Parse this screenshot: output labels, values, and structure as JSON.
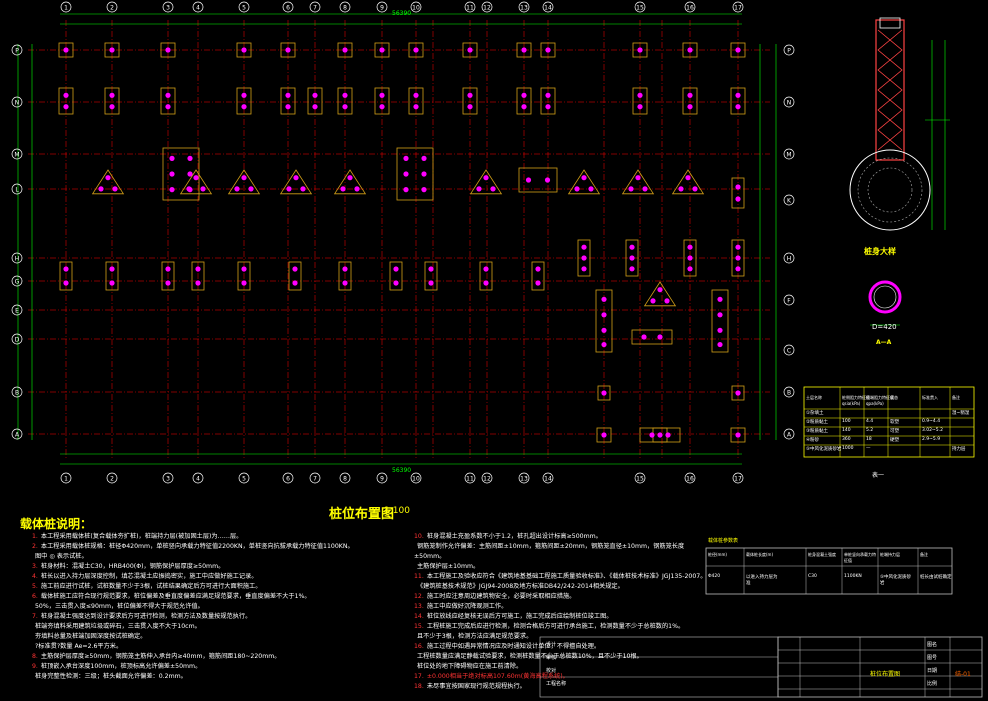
{
  "drawing": {
    "title": "桩位布置图",
    "scale": "1:100",
    "notes_title": "载体桩说明：",
    "section_title_1": "桩身大样",
    "section_title_2": "A—A",
    "table_title": "表一",
    "pile_diameter": "D=420",
    "total_dimension": "56390"
  },
  "grid_top": [
    "1",
    "2",
    "3",
    "4",
    "5",
    "6",
    "7",
    "8",
    "9",
    "10",
    "11",
    "12",
    "13",
    "14",
    "15",
    "16",
    "17"
  ],
  "grid_bottom": [
    "1",
    "2",
    "3",
    "4",
    "5",
    "6",
    "7",
    "8",
    "9",
    "10",
    "11",
    "12",
    "13",
    "14",
    "15",
    "16",
    "17"
  ],
  "grid_left": [
    "P",
    "N",
    "M",
    "L",
    "H",
    "G",
    "E",
    "D",
    "B",
    "A"
  ],
  "grid_right": [
    "P",
    "N",
    "M",
    "K",
    "H",
    "F",
    "C",
    "B",
    "A"
  ],
  "notes": [
    {
      "num": "1.",
      "text": "本工程采用载体桩(复合载体夯扩桩)，桩端持力层(被加固土层)为……层。"
    },
    {
      "num": "2.",
      "text": "本工程采用载体桩规格：桩径Φ420mm，单桩竖向承载力特征值2200KN，单桩竖向抗拔承载力特征值1100KN。"
    },
    {
      "num": "",
      "text": "图中 ◎ 表示试桩。"
    },
    {
      "num": "3.",
      "text": "桩身材料：混凝土C30，HRB400(Φ)，钢筋保护层厚度≥50mm。"
    },
    {
      "num": "4.",
      "text": "桩长以进入持力层深度控制，填芯混凝土应振捣密实，施工中应做好施工记录。"
    },
    {
      "num": "5.",
      "text": "施工前应进行试桩，试桩数量不少于3根，试桩结果确定后方可进行大面积施工。"
    },
    {
      "num": "6.",
      "text": "载体桩施工应符合现行规范要求，桩位偏差及垂直度偏差应满足规范要求，垂直度偏差不大于1%。"
    },
    {
      "num": "",
      "text": "50%，三击贯入度≤90mm，桩位偏差不得大于规范允许值。"
    },
    {
      "num": "7.",
      "text": "桩身混凝土强度达到设计要求后方可进行检测，检测方法及数量按规范执行。"
    },
    {
      "num": "",
      "text": "桩端夯填料采用建筑垃圾或碎石，三击贯入度不大于10cm。"
    },
    {
      "num": "",
      "text": "夯填料总量及桩端加固深度按试桩确定。"
    },
    {
      "num": "",
      "text": "?标准贯?数量 Ae=2.6平方米。"
    },
    {
      "num": "8.",
      "text": "主筋保护层厚度≥50mm，钢筋笼主筋伸入承台内≥40mm，箍筋间距180~220mm。"
    },
    {
      "num": "9.",
      "text": "桩顶嵌入承台深度100mm，桩顶标高允许偏差±50mm。"
    },
    {
      "num": "",
      "text": "桩身完整性检测：三级；桩头截面允许偏差：0.2mm。"
    },
    {
      "num": "10.",
      "text": "桩身混凝土充盈系数不小于1.2，桩孔超出设计标高≥500mm。"
    },
    {
      "num": "",
      "text": "钢筋笼制作允许偏差：主筋间距±10mm，箍筋间距±20mm，钢筋笼直径±10mm，钢筋笼长度±50mm。"
    },
    {
      "num": "",
      "text": "主筋保护层±10mm。"
    },
    {
      "num": "11.",
      "text": "本工程施工及验收应符合《建筑地基基础工程施工质量验收标准》、《载体桩技术标准》JGJ135-2007。"
    },
    {
      "num": "",
      "text": "《建筑桩基技术规范》JGJ94-2008及地方标准DB42/242-2014相关规定。"
    },
    {
      "num": "12.",
      "text": "施工时应注意周边建筑物安全，必要时采取相应措施。"
    },
    {
      "num": "13.",
      "text": "施工中应做好沉降观测工作。"
    },
    {
      "num": "14.",
      "text": "桩位放线应经复核无误后方可施工，施工完成后应绘制桩位竣工图。"
    },
    {
      "num": "15.",
      "text": "工程桩施工完成后应进行检测，检测合格后方可进行承台施工，检测数量不少于总桩数的1%。"
    },
    {
      "num": "",
      "text": "且不少于3根，检测方法应满足规范要求。"
    },
    {
      "num": "16.",
      "text": "施工过程中如遇异常情况应及时通知设计单位，不得擅自处理。"
    },
    {
      "num": "",
      "text": "工程桩数量应满足静载试验要求，检测桩数量不少于总桩数10%，且不少于10根。"
    },
    {
      "num": "",
      "text": "桩位处的地下障碍物应在施工前清除。"
    },
    {
      "num": "17.",
      "text": "±0.000相当于绝对标高107.60m(黄海高程系统)。",
      "red": true
    },
    {
      "num": "18.",
      "text": "未尽事宜按国家现行规范规程执行。"
    }
  ],
  "soil_table": {
    "headers": [
      "土层名称",
      "桩侧阻力特征值 qsia(kPa)",
      "桩端阻力特征值 qpa(kPa)",
      "状态",
      "标准贯入",
      "备注"
    ],
    "rows": [
      [
        "①杂填土",
        "",
        "",
        "",
        "",
        "湿~稍湿"
      ],
      [
        "②粉质黏土",
        "100",
        "4.4",
        "软塑",
        "0.9~4.4",
        ""
      ],
      [
        "③粉质黏土",
        "140",
        "5.2",
        "可塑",
        "3.02~5.2",
        ""
      ],
      [
        "④粉砂",
        "360",
        "18",
        "硬塑",
        "2.9~5.9",
        ""
      ],
      [
        "⑤中风化泥质砂岩",
        "1000",
        "—",
        "",
        "",
        "持力层"
      ]
    ]
  },
  "pile_table": {
    "title": "载体桩参数表",
    "headers": [
      "桩径(mm)",
      "载体桩长度(m)",
      "桩身混凝土强度",
      "单桩竖向承载力特征值",
      "桩端持力层",
      "备注"
    ],
    "rows": [
      [
        "Φ420",
        "以进入持力层为准",
        "C30",
        "1100KN",
        "⑤中风化泥质砂岩",
        "桩长由试桩确定"
      ]
    ]
  },
  "title_block": {
    "labels": [
      "设计",
      "审核",
      "校对",
      "工程名称",
      "图名",
      "图号",
      "日期",
      "比例"
    ],
    "drawing_name": "桩位布置图",
    "drawing_no": "结-01"
  },
  "colors": {
    "background": "#000000",
    "grid_line": "#ff0000",
    "dimension": "#00ff00",
    "pile": "#ff00ff",
    "cap": "#d4a017",
    "text": "#ffffff",
    "heading": "#ffff00"
  }
}
